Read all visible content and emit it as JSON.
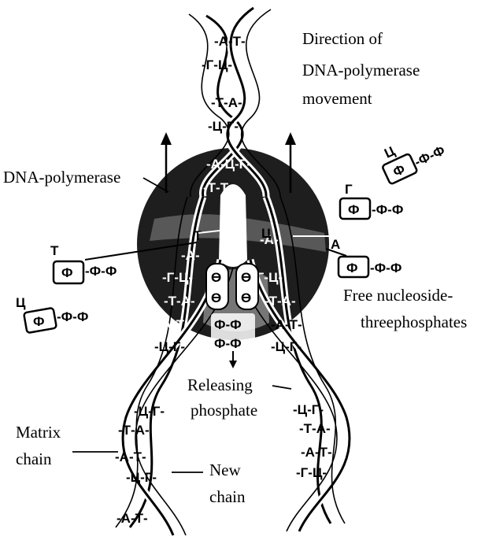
{
  "labels": {
    "direction": [
      "Direction of",
      "DNA-polymerase",
      "movement"
    ],
    "polymerase": "DNA-polymerase",
    "free": [
      "Free nucleoside-",
      "threephosphates"
    ],
    "releasing": [
      "Releasing",
      "phosphate"
    ],
    "matrix": [
      "Matrix",
      "chain"
    ],
    "new_chain": [
      "New",
      "chain"
    ]
  },
  "pairs": {
    "top": [
      "-А-Т-",
      "-Г-Ц-",
      "-Т-А-",
      "-Ц-Г-",
      "-А-Ц-Г-",
      "-Т-Т-"
    ],
    "left": [
      "-А-",
      "-Г-Ц-",
      "-Т-А-",
      "-А-Т-",
      "-Ц-Г-",
      "-Ц-Г-",
      "-Т-А-",
      "-А-Т-",
      "-Ц-Г-",
      "-А-Т-"
    ],
    "right": [
      "-А-",
      "-Г-Ц-",
      "-Т-А-",
      "-А-Т-",
      "-Ц-Г-",
      "-Ц-Г-",
      "-Т-А-",
      "-А-Т-",
      "-Г-Ц-"
    ]
  },
  "core": {
    "g_marks": [
      "ϴ",
      "ϴ",
      "ϴ",
      "ϴ"
    ],
    "ff1": "Ф-Ф",
    "ff2": "Ф-Ф",
    "side_l": "Т",
    "side_r": "Ц",
    "side_a": "А"
  },
  "nucleotides": [
    {
      "base": "Т",
      "sugar": "Ф",
      "tail": "-Ф-Ф"
    },
    {
      "base": "Ц",
      "sugar": "Ф",
      "tail": "-Ф-Ф"
    },
    {
      "base": "Ц",
      "sugar": "Ф",
      "tail": "-Ф-Ф"
    },
    {
      "base": "Г",
      "sugar": "Ф",
      "tail": "-Ф-Ф"
    },
    {
      "base": "",
      "sugar": "Ф",
      "tail": "-Ф-Ф"
    }
  ]
}
